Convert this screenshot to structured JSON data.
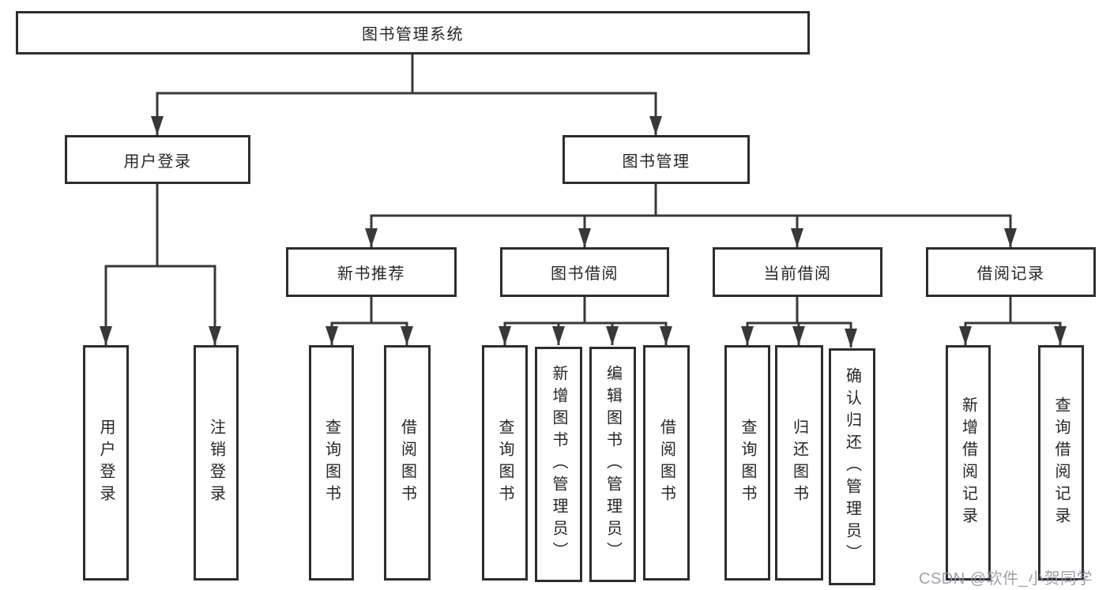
{
  "tree": {
    "root": "图书管理系统",
    "branches": [
      "用户登录",
      "图书管理"
    ],
    "modules": [
      "新书推荐",
      "图书借阅",
      "当前借阅",
      "借阅记录"
    ],
    "leaves": {
      "login": [
        "用户登录",
        "注销登录"
      ],
      "recommend": [
        "查询图书",
        "借阅图书"
      ],
      "borrow": [
        "查询图书",
        "新增图书（管理员）",
        "编辑图书（管理员）",
        "借阅图书"
      ],
      "current": [
        "查询图书",
        "归还图书",
        "确认归还（管理员）"
      ],
      "records": [
        "新增借阅记录",
        "查询借阅记录"
      ]
    }
  },
  "watermark": "CSDN @软件_小贺同学",
  "colors": {
    "line": "#383838",
    "border": "#2d2d2d",
    "text": "#262626",
    "watermark": "#94989e"
  }
}
